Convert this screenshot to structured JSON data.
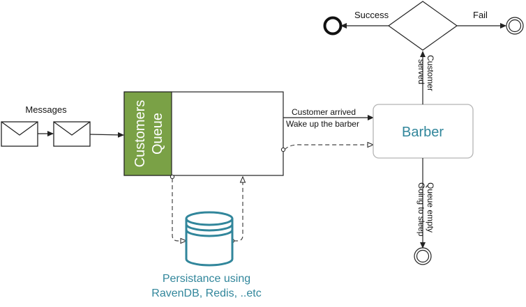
{
  "messages": {
    "label": "Messages"
  },
  "queue": {
    "label_line1": "Customers",
    "label_line2": "Queue"
  },
  "flows": {
    "customer_arrived": "Customer arrived",
    "wake_up_barber": "Wake up the barber",
    "customer_served_line1": "Customer",
    "customer_served_line2": "served",
    "queue_empty": "Queue empty",
    "going_to_sleep": "Going to sleep"
  },
  "barber": {
    "label": "Barber"
  },
  "gateway": {
    "success_label": "Success",
    "fail_label": "Fail"
  },
  "persistence": {
    "line1": "Persistance using",
    "line2": "RavenDB, Redis, ..etc"
  },
  "colors": {
    "queue_fill": "#7aa146",
    "teal": "#31869b",
    "line": "#222222",
    "barber_border": "#b4b4b4"
  }
}
